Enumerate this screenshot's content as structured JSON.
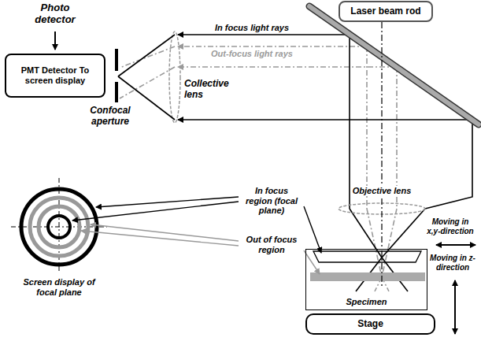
{
  "diagram": {
    "nodes": [
      {
        "text": [
          "Laser beam rod"
        ]
      },
      {
        "text": [
          "PMT Detector To screen display"
        ]
      },
      {
        "text": [
          "Specimen"
        ]
      },
      {
        "text": [
          "Stage"
        ]
      }
    ],
    "edges": [
      {
        "from": 0,
        "to": 2,
        "arrow": "none"
      }
    ],
    "labels": [
      "Photo detector",
      "In focus light rays",
      "Out-focus light rays",
      "Collective lens",
      "Confocal aperture",
      "Objective lens",
      "In focus region (focal plane)",
      "Moving in x,y-direction",
      "Out of focus region",
      "Moving in z-direction",
      "Screen display of focal plane"
    ]
  }
}
